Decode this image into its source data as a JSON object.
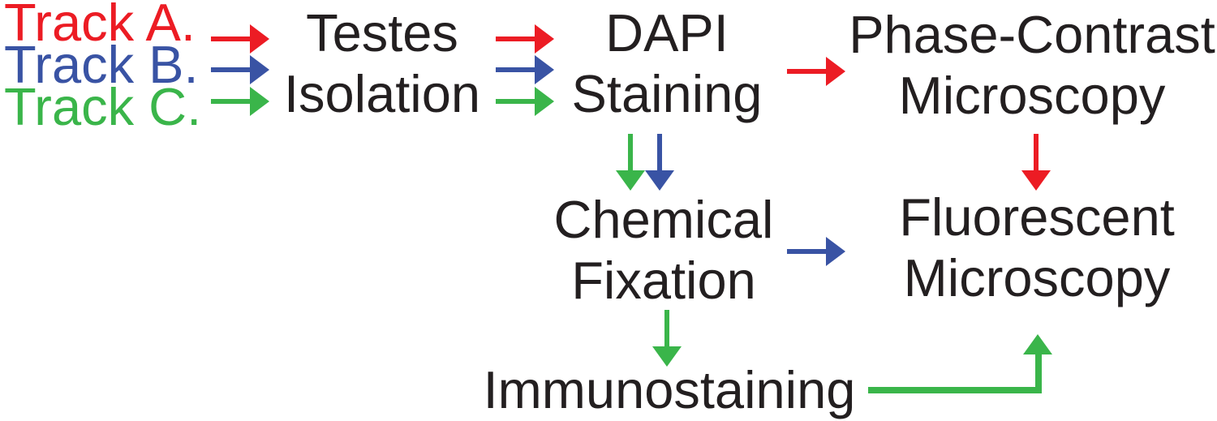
{
  "colors": {
    "red": "#EC1C24",
    "blue": "#3953A4",
    "green": "#3AB54A",
    "text": "#231F20",
    "background": "#FFFFFF"
  },
  "tracks": [
    {
      "label": "Track A.",
      "color_key": "red"
    },
    {
      "label": "Track B.",
      "color_key": "blue"
    },
    {
      "label": "Track C.",
      "color_key": "green"
    }
  ],
  "nodes": {
    "testes_isolation": {
      "line1": "Testes",
      "line2": "Isolation"
    },
    "dapi_staining": {
      "line1": "DAPI",
      "line2": "Staining"
    },
    "phase_contrast_microscopy": {
      "line1": "Phase-Contrast",
      "line2": "Microscopy"
    },
    "chemical_fixation": {
      "line1": "Chemical",
      "line2": "Fixation"
    },
    "fluorescent_microscopy": {
      "line1": "Fluorescent",
      "line2": "Microscopy"
    },
    "immunostaining": {
      "label": "Immunostaining"
    }
  },
  "edges": [
    {
      "from": "track-labels",
      "to": "testes-isolation",
      "tracks": [
        "red",
        "blue",
        "green"
      ]
    },
    {
      "from": "testes-isolation",
      "to": "dapi-staining",
      "tracks": [
        "red",
        "blue",
        "green"
      ]
    },
    {
      "from": "dapi-staining",
      "to": "phase-contrast-microscopy",
      "tracks": [
        "red"
      ]
    },
    {
      "from": "dapi-staining",
      "to": "chemical-fixation",
      "tracks": [
        "green",
        "blue"
      ]
    },
    {
      "from": "phase-contrast-microscopy",
      "to": "fluorescent-microscopy",
      "tracks": [
        "red"
      ]
    },
    {
      "from": "chemical-fixation",
      "to": "fluorescent-microscopy",
      "tracks": [
        "blue"
      ]
    },
    {
      "from": "chemical-fixation",
      "to": "immunostaining",
      "tracks": [
        "green"
      ]
    },
    {
      "from": "immunostaining",
      "to": "fluorescent-microscopy",
      "tracks": [
        "green"
      ]
    }
  ]
}
